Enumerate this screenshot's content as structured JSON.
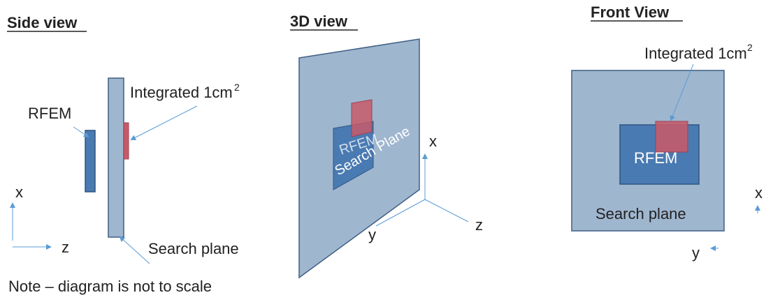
{
  "side_view": {
    "title": "Side view",
    "rfem_label": "RFEM",
    "integrated_label": "Integrated 1cm",
    "integrated_sup": "2",
    "search_plane_label": "Search plane",
    "axis_x": "x",
    "axis_z": "z"
  },
  "view_3d": {
    "title": "3D view",
    "rfem_label": "RFEM",
    "search_plane_label": "Search Plane",
    "axis_x": "x",
    "axis_y": "y",
    "axis_z": "z"
  },
  "front_view": {
    "title": "Front View",
    "integrated_label": "Integrated 1cm",
    "integrated_sup": "2",
    "rfem_label": "RFEM",
    "search_plane_label": "Search plane",
    "axis_x": "x",
    "axis_y": "y"
  },
  "note": "Note – diagram is not to scale",
  "colors": {
    "plane_fill": "#9fb6cf",
    "plane_stroke": "#3f5f84",
    "rfem_fill": "#4a7ab2",
    "integrated_fill": "#c75a6a",
    "arrow": "#5b9bd5"
  }
}
